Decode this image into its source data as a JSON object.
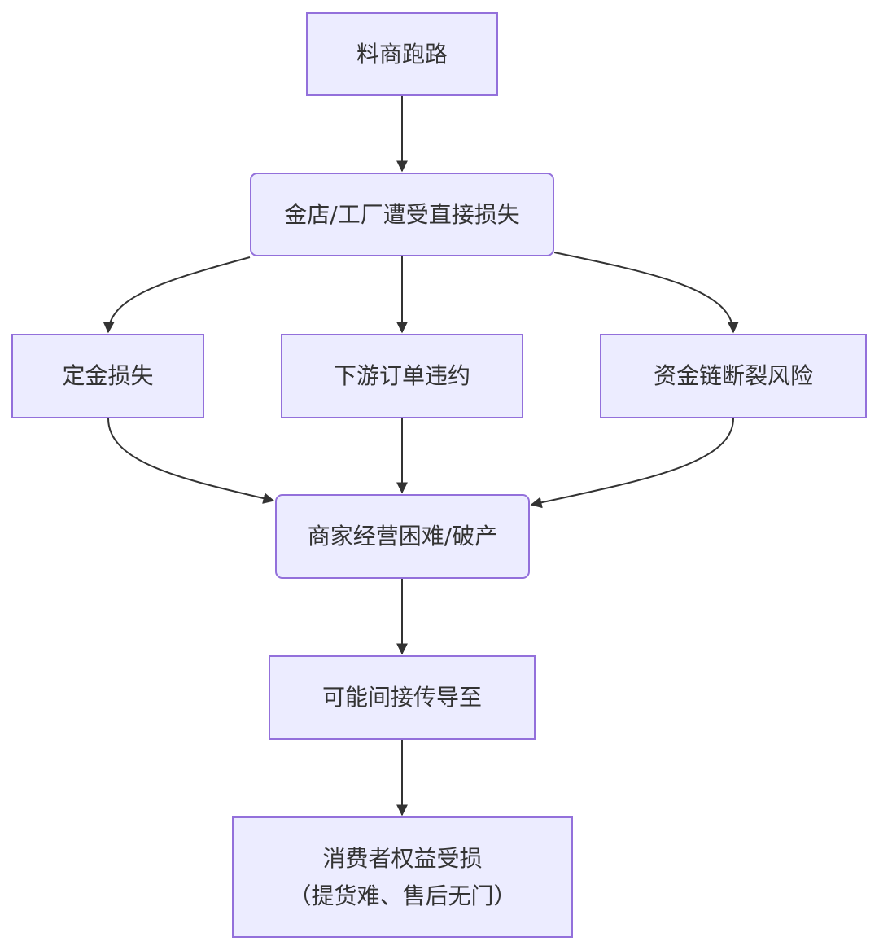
{
  "nodes": {
    "runaway": "料商跑路",
    "direct_loss": "金店/工厂遭受直接损失",
    "deposit_loss": "定金损失",
    "downstream_default": "下游订单违约",
    "cashflow_risk": "资金链断裂风险",
    "business_trouble": "商家经营困难/破产",
    "indirect": "可能间接传导至",
    "consumer_line1": "消费者权益受损",
    "consumer_line2": "（提货难、售后无门）"
  },
  "colors": {
    "node_fill": "#ececff",
    "node_border": "#9370db",
    "edge": "#333333",
    "text": "#333333"
  }
}
